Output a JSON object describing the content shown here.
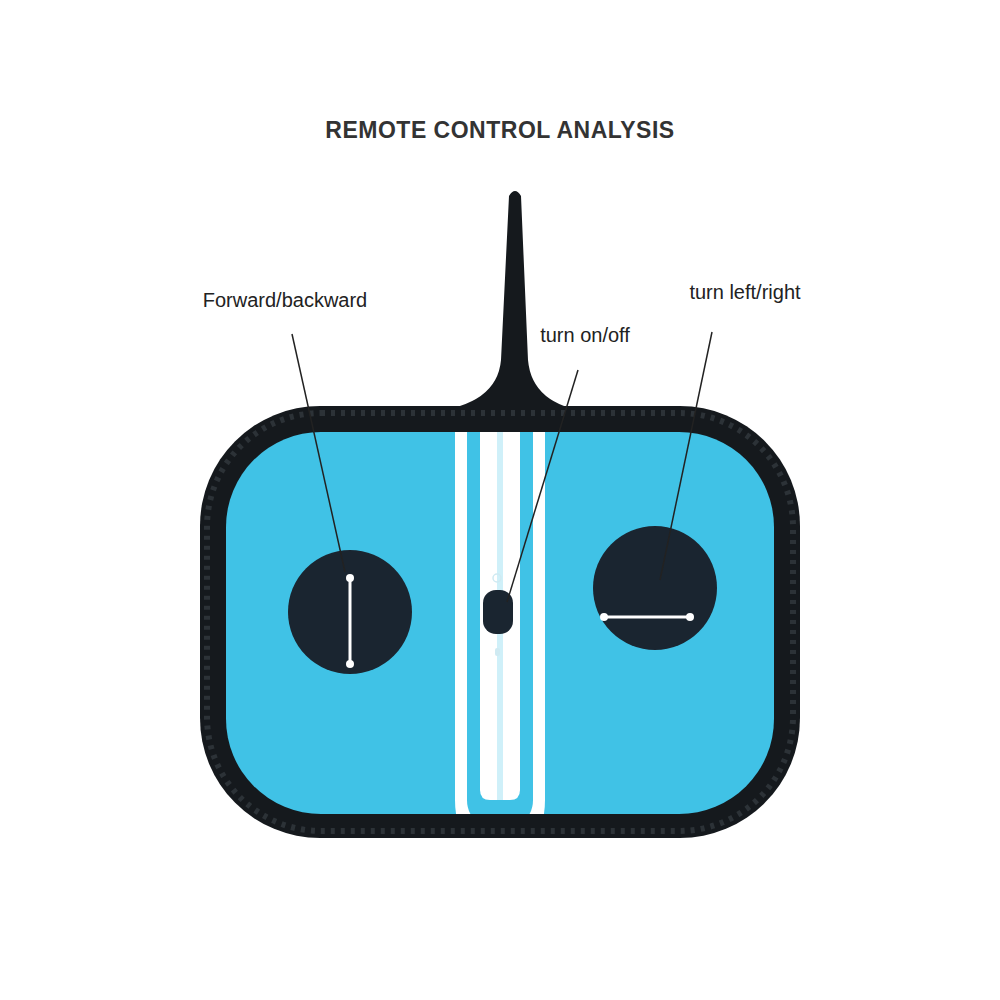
{
  "diagram": {
    "title": "REMOTE CONTROL ANALYSIS",
    "labels": [
      "Forward/backward",
      "turn on/off",
      "turn left/right"
    ]
  }
}
